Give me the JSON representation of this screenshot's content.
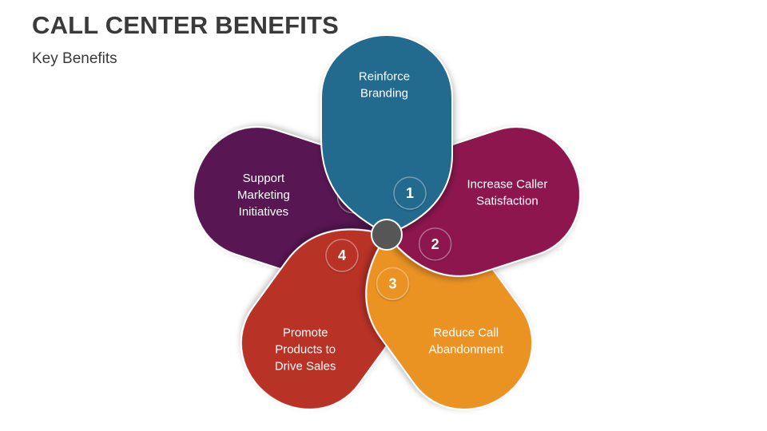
{
  "header": {
    "title": "CALL CENTER BENEFITS",
    "subtitle": "Key Benefits"
  },
  "petals": [
    {
      "number": "1",
      "lines": [
        "Reinforce",
        "Branding"
      ],
      "color": "#236a8e"
    },
    {
      "number": "2",
      "lines": [
        "Increase Caller",
        "Satisfaction"
      ],
      "color": "#8e1350"
    },
    {
      "number": "3",
      "lines": [
        "Reduce Call",
        "Abandonment"
      ],
      "color": "#eb9322"
    },
    {
      "number": "4",
      "lines": [
        "Promote",
        "Products to",
        "Drive Sales"
      ],
      "color": "#b93327"
    },
    {
      "number": "5",
      "lines": [
        "Support",
        "Marketing",
        "Initiatives"
      ],
      "color": "#581653"
    }
  ],
  "hub_color": "#565656"
}
